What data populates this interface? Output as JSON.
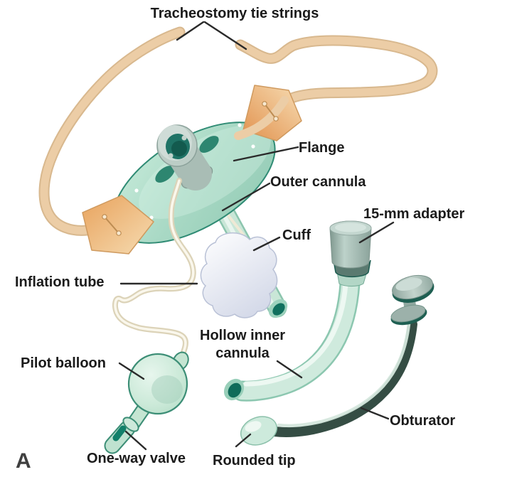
{
  "figure": {
    "panel_letter": "A",
    "labels": {
      "tie_strings": "Tracheostomy tie strings",
      "flange": "Flange",
      "outer_cannula": "Outer cannula",
      "adapter_15mm": "15-mm adapter",
      "cuff": "Cuff",
      "inflation_tube": "Inflation tube",
      "pilot_balloon": "Pilot balloon",
      "hollow_inner_line1": "Hollow inner",
      "hollow_inner_line2": "cannula",
      "one_way_valve": "One-way valve",
      "rounded_tip": "Rounded tip",
      "obturator": "Obturator"
    },
    "colors": {
      "background": "#ffffff",
      "tie_string_tan": "#eccda6",
      "tie_string_edge": "#d8b88e",
      "tie_tab_orange_dark": "#e8a25c",
      "tie_tab_orange_light": "#f6dcb2",
      "flange_mint": "#a9d9c5",
      "flange_edge_teal": "#2f8b74",
      "swivel_wing_teal": "#2d8670",
      "tube_green_light": "#c9e6d7",
      "tube_green_edge": "#8cc5ae",
      "lumen_dark_teal": "#11705e",
      "hub_gray_green": "#bccdc6",
      "hub_opening_teal": "#1f7366",
      "cuff_white_lavender": "#d5dae9",
      "inflation_tube_cream": "#dcd3b8",
      "pilot_balloon_green": "#cbe9d8",
      "balloon_edge_teal": "#3c8e76",
      "one_way_valve_teal": "#12806a",
      "adapter_gray": "#9cb0aa",
      "obturator_shaft_dark": "#354d44",
      "rounded_tip_mint": "#cdeadc",
      "label_text": "#1b1b1b",
      "leader_line": "#2a2a2a"
    }
  }
}
